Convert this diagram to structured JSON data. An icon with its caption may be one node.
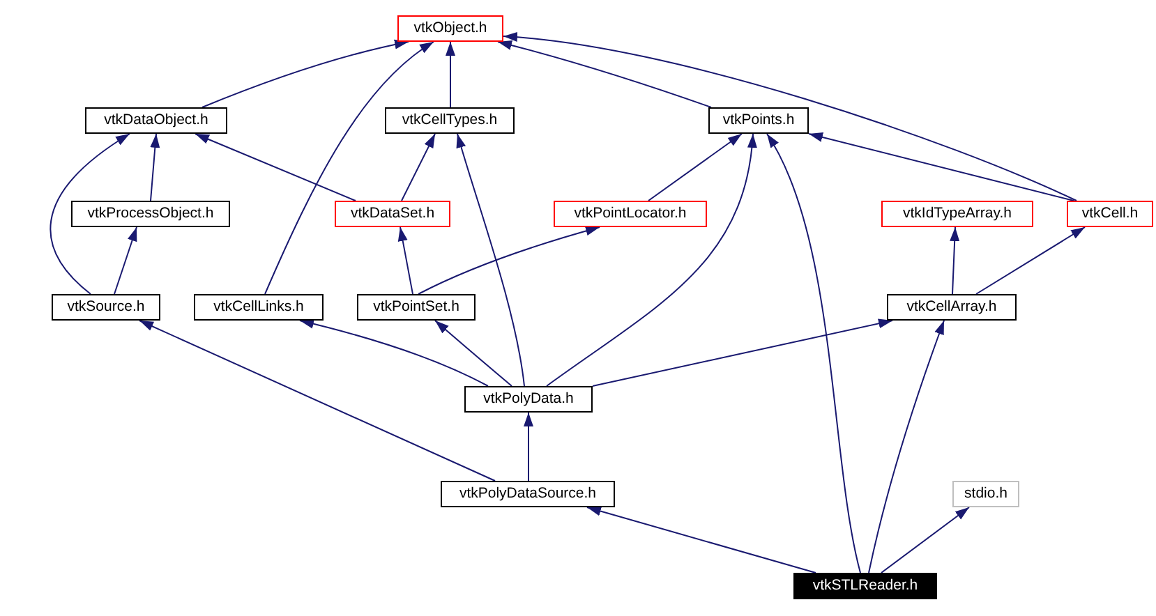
{
  "diagram": {
    "nodes": [
      {
        "text": [
          "vtkObject.h"
        ]
      },
      {
        "text": [
          "vtkDataObject.h"
        ]
      },
      {
        "text": [
          "vtkCellTypes.h"
        ]
      },
      {
        "text": [
          "vtkPoints.h"
        ]
      },
      {
        "text": [
          "vtkProcessObject.h"
        ]
      },
      {
        "text": [
          "vtkDataSet.h"
        ]
      },
      {
        "text": [
          "vtkPointLocator.h"
        ]
      },
      {
        "text": [
          "vtkIdTypeArray.h"
        ]
      },
      {
        "text": [
          "vtkCell.h"
        ]
      },
      {
        "text": [
          "vtkSource.h"
        ]
      },
      {
        "text": [
          "vtkCellLinks.h"
        ]
      },
      {
        "text": [
          "vtkPointSet.h"
        ]
      },
      {
        "text": [
          "vtkCellArray.h"
        ]
      },
      {
        "text": [
          "vtkPolyData.h"
        ]
      },
      {
        "text": [
          "vtkPolyDataSource.h"
        ]
      },
      {
        "text": [
          "stdio.h"
        ]
      },
      {
        "text": [
          "vtkSTLReader.h"
        ]
      }
    ],
    "edges": [
      {
        "from": 1,
        "to": 0,
        "arrow": "to"
      },
      {
        "from": 10,
        "to": 0,
        "arrow": "to"
      },
      {
        "from": 2,
        "to": 0,
        "arrow": "to"
      },
      {
        "from": 3,
        "to": 0,
        "arrow": "to"
      },
      {
        "from": 8,
        "to": 0,
        "arrow": "to"
      },
      {
        "from": 4,
        "to": 1,
        "arrow": "to"
      },
      {
        "from": 9,
        "to": 1,
        "arrow": "to"
      },
      {
        "from": 5,
        "to": 1,
        "arrow": "to"
      },
      {
        "from": 9,
        "to": 4,
        "arrow": "to"
      },
      {
        "from": 5,
        "to": 2,
        "arrow": "to"
      },
      {
        "from": 13,
        "to": 2,
        "arrow": "to"
      },
      {
        "from": 6,
        "to": 3,
        "arrow": "to"
      },
      {
        "from": 13,
        "to": 3,
        "arrow": "to"
      },
      {
        "from": 16,
        "to": 3,
        "arrow": "to"
      },
      {
        "from": 8,
        "to": 3,
        "arrow": "to"
      },
      {
        "from": 11,
        "to": 5,
        "arrow": "to"
      },
      {
        "from": 11,
        "to": 6,
        "arrow": "to"
      },
      {
        "from": 12,
        "to": 7,
        "arrow": "to"
      },
      {
        "from": 12,
        "to": 8,
        "arrow": "to"
      },
      {
        "from": 13,
        "to": 10,
        "arrow": "to"
      },
      {
        "from": 13,
        "to": 11,
        "arrow": "to"
      },
      {
        "from": 13,
        "to": 12,
        "arrow": "to"
      },
      {
        "from": 14,
        "to": 9,
        "arrow": "to"
      },
      {
        "from": 14,
        "to": 13,
        "arrow": "to"
      },
      {
        "from": 16,
        "to": 14,
        "arrow": "to"
      },
      {
        "from": 16,
        "to": 12,
        "arrow": "to"
      },
      {
        "from": 16,
        "to": 15,
        "arrow": "to"
      }
    ]
  }
}
